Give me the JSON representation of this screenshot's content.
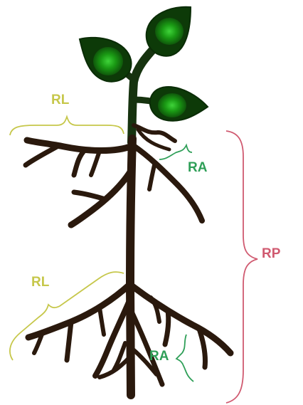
{
  "labels": {
    "rl_top": "RL",
    "ra_top": "RA",
    "rp": "RP",
    "rl_bottom": "RL",
    "ra_bottom": "RA"
  },
  "colors": {
    "root": "#2a190d",
    "stem": "#16330f",
    "leaf_outer": "#0d3a08",
    "leaf_mid": "#137a0f",
    "leaf_glow": "#3fd43a",
    "rl": "#c6c74a",
    "ra": "#2f9f58",
    "rp": "#d05a70"
  }
}
